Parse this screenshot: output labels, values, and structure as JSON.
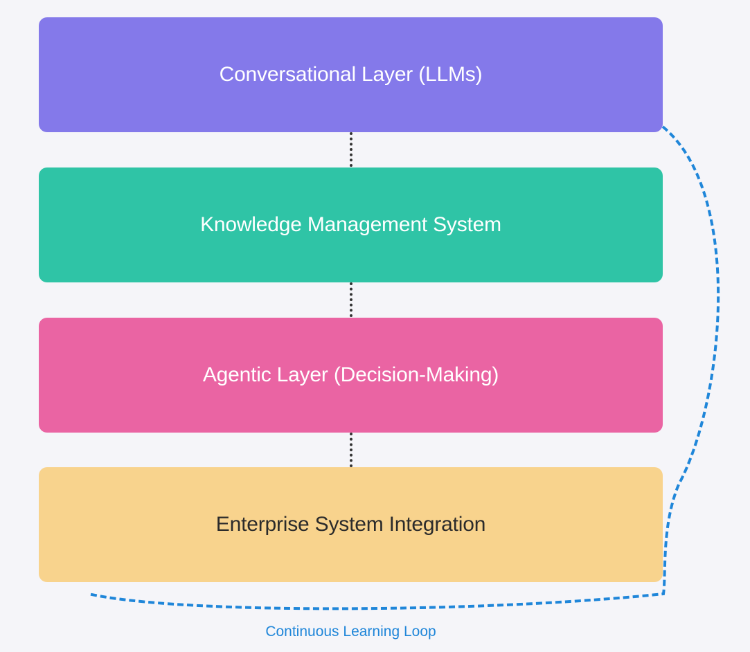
{
  "diagram": {
    "layers": [
      {
        "label": "Conversational Layer (LLMs)",
        "color": "#8479ea",
        "text_color": "#ffffff"
      },
      {
        "label": "Knowledge Management System",
        "color": "#2fc4a6",
        "text_color": "#ffffff"
      },
      {
        "label": "Agentic Layer (Decision-Making)",
        "color": "#ea64a3",
        "text_color": "#ffffff"
      },
      {
        "label": "Enterprise System Integration",
        "color": "#f8d38d",
        "text_color": "#2b2b2b"
      }
    ],
    "loop": {
      "label": "Continuous Learning Loop",
      "color": "#1f86d9"
    }
  }
}
